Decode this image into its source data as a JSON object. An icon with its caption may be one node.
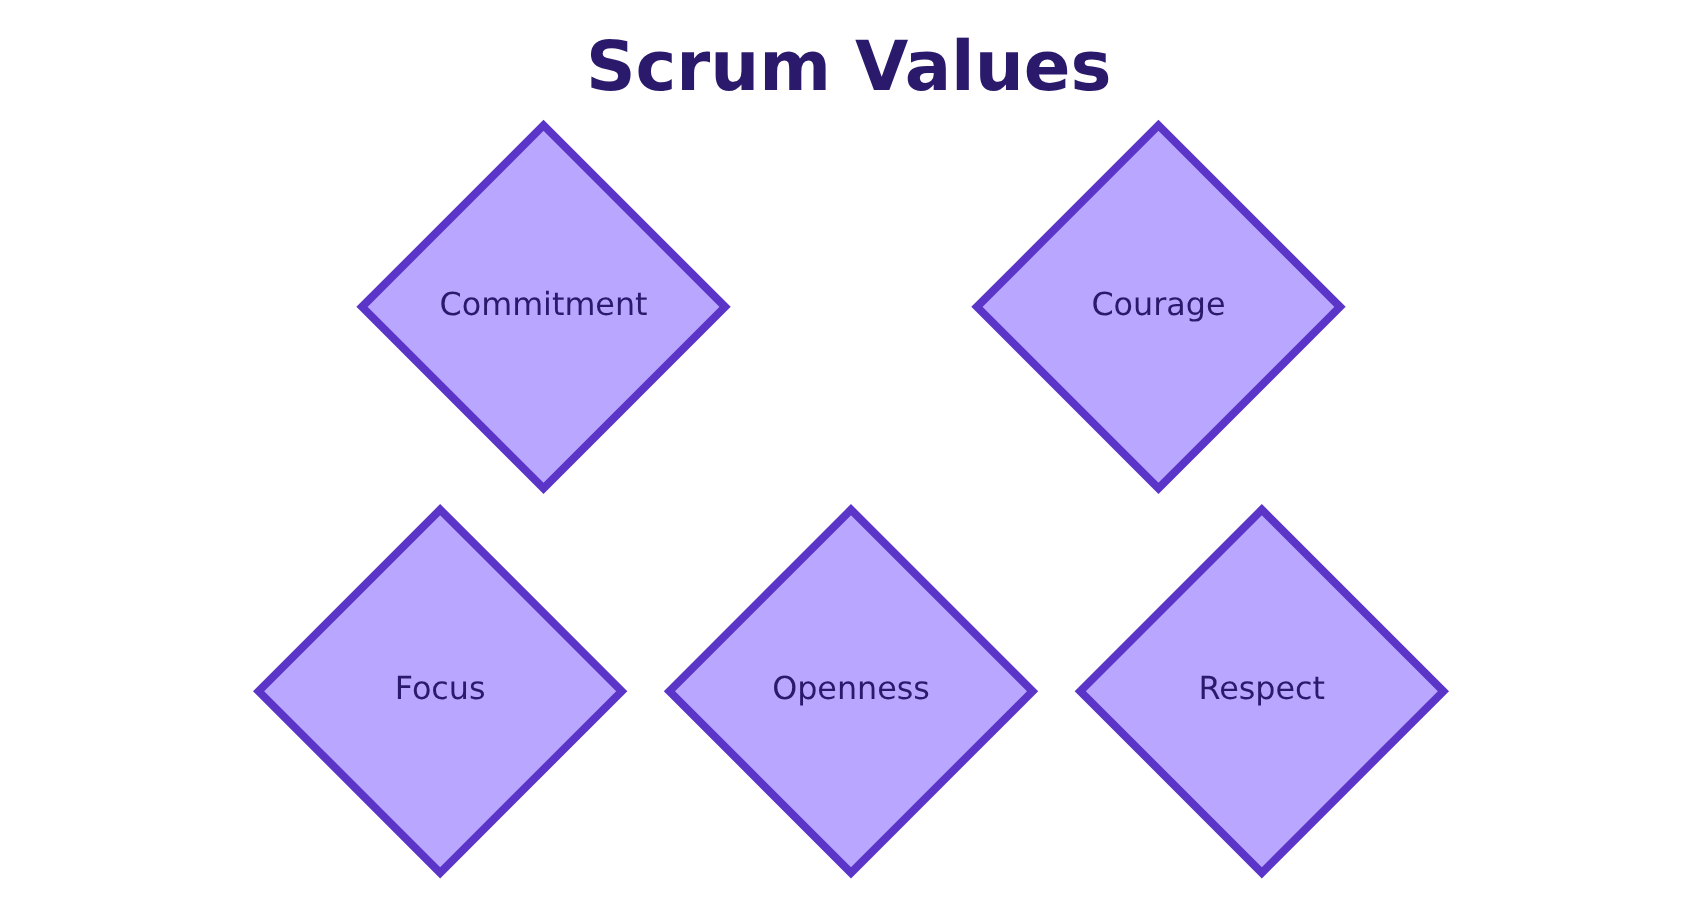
{
  "diagram": {
    "title": "Scrum Values",
    "nodes": [
      {
        "text": [
          "Commitment"
        ]
      },
      {
        "text": [
          "Courage"
        ]
      },
      {
        "text": [
          "Focus"
        ]
      },
      {
        "text": [
          "Openness"
        ]
      },
      {
        "text": [
          "Respect"
        ]
      }
    ],
    "edges": []
  }
}
